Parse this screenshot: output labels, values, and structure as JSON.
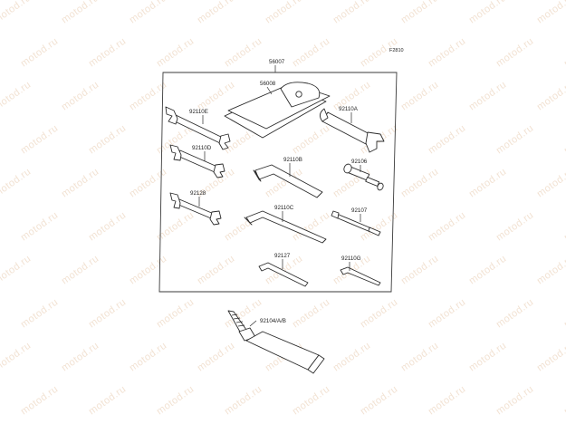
{
  "watermark_text": "motod.ru",
  "figure_code": "F2810",
  "parts": {
    "kit": "56007",
    "tool_bag": "56008",
    "wrench_e": "92110E",
    "wrench_a": "92110A",
    "wrench_d": "92110D",
    "hex_b": "92110B",
    "handle": "92106",
    "wrench_128": "92128",
    "hex_c": "92110C",
    "screwdriver": "92107",
    "hex_127": "92127",
    "hex_g": "92110G",
    "grease": "92104/A/B"
  },
  "colors": {
    "line": "#2b2b2b",
    "watermark": "#f2e2d3"
  }
}
